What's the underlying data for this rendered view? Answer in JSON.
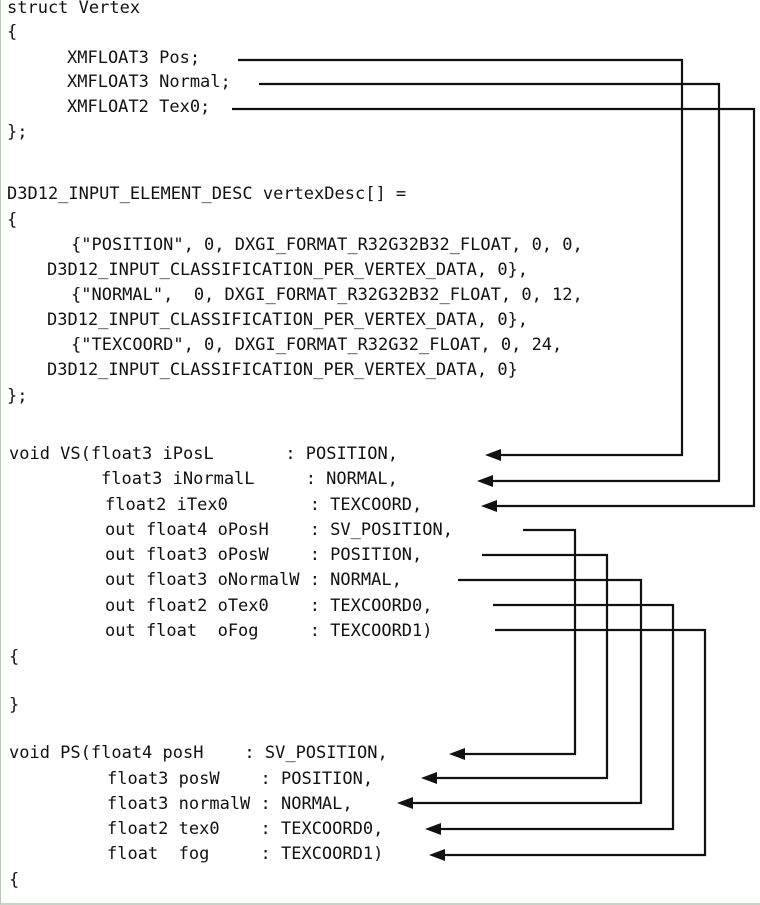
{
  "struct_block": [
    "struct Vertex",
    "{",
    "XMFLOAT3 Pos;",
    "XMFLOAT3 Normal;",
    "XMFLOAT2 Tex0;",
    "};"
  ],
  "desc_block": [
    "D3D12_INPUT_ELEMENT_DESC vertexDesc[] =",
    "{",
    "{\"POSITION\", 0, DXGI_FORMAT_R32G32B32_FLOAT, 0, 0,",
    "D3D12_INPUT_CLASSIFICATION_PER_VERTEX_DATA, 0},",
    "{\"NORMAL\",  0, DXGI_FORMAT_R32G32B32_FLOAT, 0, 12,",
    "D3D12_INPUT_CLASSIFICATION_PER_VERTEX_DATA, 0},",
    "{\"TEXCOORD\", 0, DXGI_FORMAT_R32G32_FLOAT, 0, 24,",
    "D3D12_INPUT_CLASSIFICATION_PER_VERTEX_DATA, 0}",
    "};"
  ],
  "vs_block": [
    "void VS(float3 iPosL       : POSITION,",
    "float3 iNormalL     : NORMAL,",
    "float2 iTex0        : TEXCOORD,",
    "out float4 oPosH    : SV_POSITION,",
    "out float3 oPosW    : POSITION,",
    "out float3 oNormalW : NORMAL,",
    "out float2 oTex0    : TEXCOORD0,",
    "out float  oFog     : TEXCOORD1)",
    "{",
    "}"
  ],
  "ps_block": [
    "void PS(float4 posH    : SV_POSITION,",
    "float3 posW    : POSITION,",
    "float3 normalW : NORMAL,",
    "float2 tex0    : TEXCOORD0,",
    "float  fog     : TEXCOORD1)",
    "{"
  ]
}
